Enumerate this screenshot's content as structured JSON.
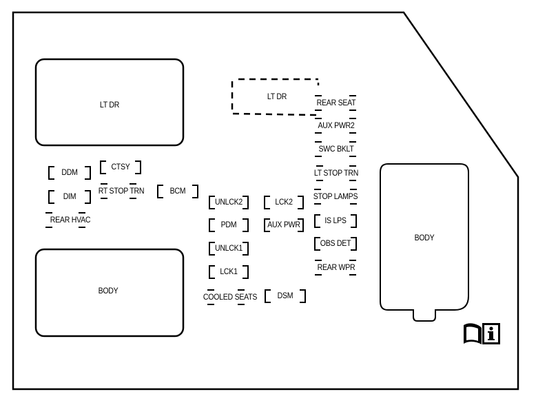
{
  "title": "Rear Underhood Fuse Block Diagram",
  "relays_blocks": {
    "lt_dr_upper_left": "LT DR",
    "lt_dr_dashed": "LT DR",
    "body_lower_left": "BODY",
    "body_right": "BODY"
  },
  "fuses": [
    {
      "id": "ddm",
      "label": "DDM",
      "style": "bracket"
    },
    {
      "id": "ctsy",
      "label": "CTSY",
      "style": "bracket"
    },
    {
      "id": "dim",
      "label": "DIM",
      "style": "bracket"
    },
    {
      "id": "rt-stop-trn",
      "label": "RT STOP TRN",
      "style": "tick"
    },
    {
      "id": "bcm",
      "label": "BCM",
      "style": "bracket"
    },
    {
      "id": "rear-hvac",
      "label": "REAR HVAC",
      "style": "tick"
    },
    {
      "id": "unlck2",
      "label": "UNLCK2",
      "style": "bracket"
    },
    {
      "id": "lck2",
      "label": "LCK2",
      "style": "bracket"
    },
    {
      "id": "pdm",
      "label": "PDM",
      "style": "bracket"
    },
    {
      "id": "aux-pwr",
      "label": "AUX PWR",
      "style": "bracket"
    },
    {
      "id": "unlck1",
      "label": "UNLCK1",
      "style": "bracket"
    },
    {
      "id": "lck1",
      "label": "LCK1",
      "style": "bracket"
    },
    {
      "id": "cooled-seats",
      "label": "COOLED SEATS",
      "style": "tick"
    },
    {
      "id": "dsm",
      "label": "DSM",
      "style": "bracket"
    },
    {
      "id": "rear-seat",
      "label": "REAR SEAT",
      "style": "tick"
    },
    {
      "id": "aux-pwr2",
      "label": "AUX PWR2",
      "style": "tick"
    },
    {
      "id": "swc-bklt",
      "label": "SWC BKLT",
      "style": "tick"
    },
    {
      "id": "lt-stop-trn",
      "label": "LT STOP TRN",
      "style": "tick"
    },
    {
      "id": "stop-lamps",
      "label": "STOP LAMPS",
      "style": "tick"
    },
    {
      "id": "is-lps",
      "label": "IS LPS",
      "style": "bracket"
    },
    {
      "id": "obs-det",
      "label": "OBS DET",
      "style": "bracket"
    },
    {
      "id": "rear-wpr",
      "label": "REAR WPR",
      "style": "tick"
    }
  ],
  "icons": {
    "manual": "owner-manual-info-icon"
  }
}
